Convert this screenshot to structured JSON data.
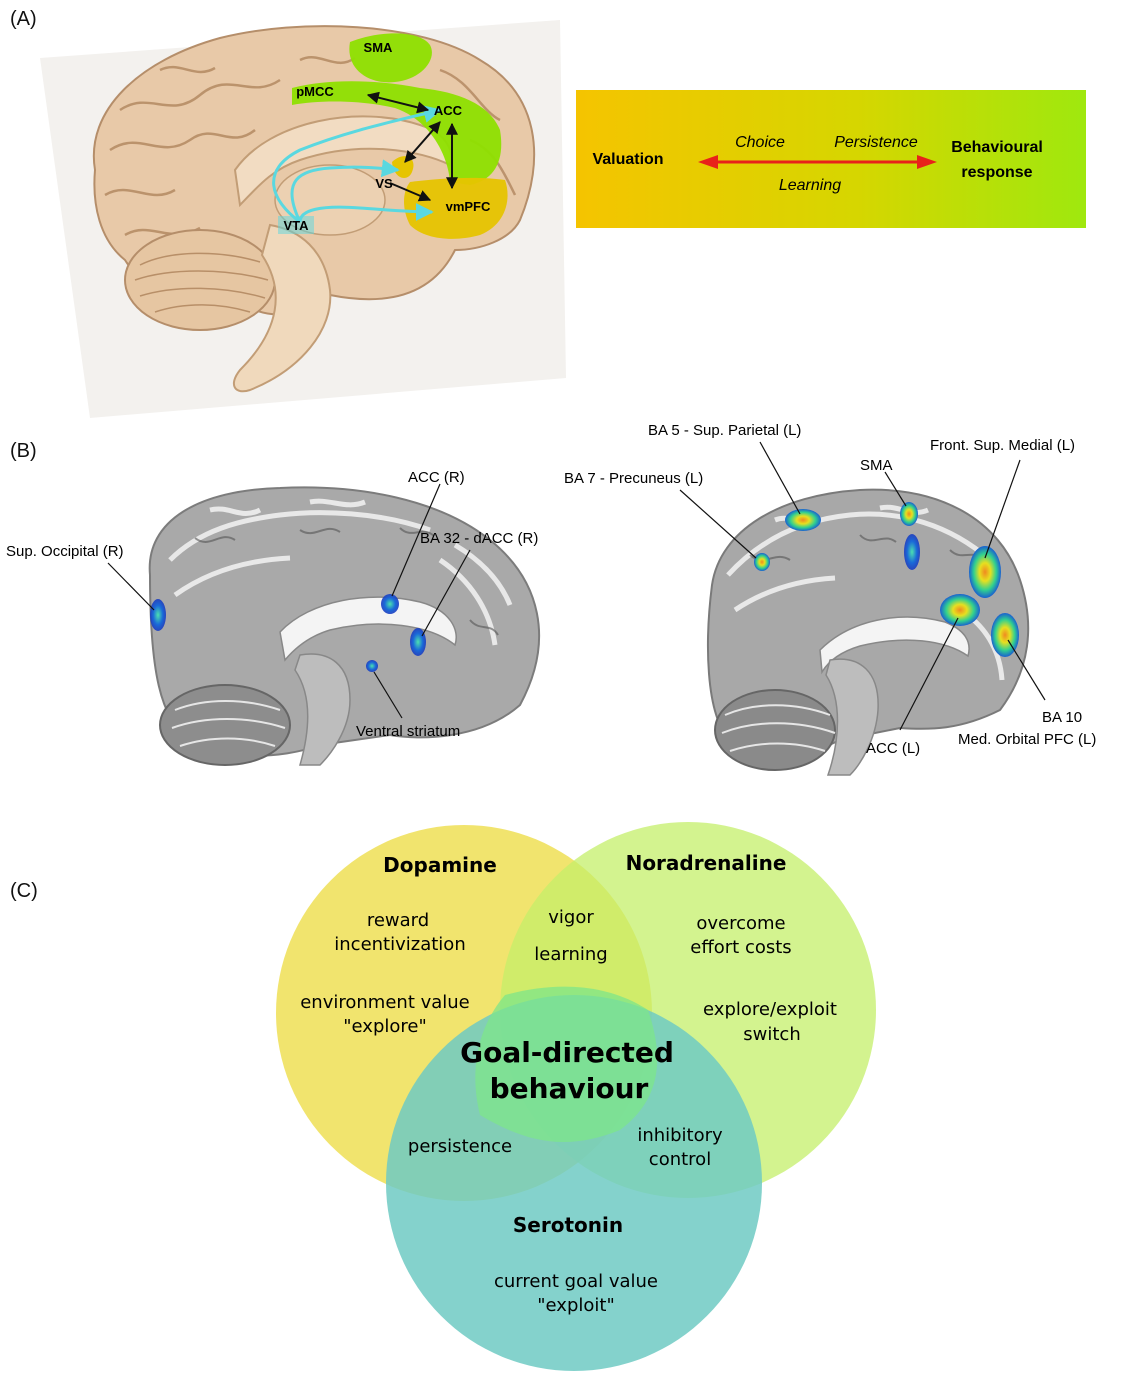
{
  "panels": {
    "a": "(A)",
    "b": "(B)",
    "c": "(C)"
  },
  "panel_a": {
    "regions": {
      "sma": "SMA",
      "pmcc": "pMCC",
      "acc": "ACC",
      "vs": "VS",
      "vmpfc": "vmPFC",
      "vta": "VTA"
    },
    "scheme": {
      "left": "Valuation",
      "right_line1": "Behavioural",
      "right_line2": "response",
      "top_left": "Choice",
      "top_right": "Persistence",
      "bottom": "Learning"
    },
    "colors": {
      "gradient_start": "#f5c400",
      "gradient_end": "#a4ea0a",
      "arrow": "#e8221a",
      "pathway": "#5ad8e0",
      "region_green": "#8ee000",
      "region_yellow": "#e6c400"
    }
  },
  "panel_b": {
    "left_labels": {
      "sup_occipital": "Sup. Occipital (R)",
      "acc_r": "ACC (R)",
      "ba32": "BA 32 - dACC (R)",
      "ventral_striatum": "Ventral striatum"
    },
    "right_labels": {
      "ba5": "BA 5 - Sup. Parietal (L)",
      "ba7": "BA 7 - Precuneus (L)",
      "sma": "SMA",
      "front_sup_medial": "Front. Sup. Medial (L)",
      "acc_l": "ACC (L)",
      "ba10_line1": "BA 10",
      "ba10_line2": "Med. Orbital PFC (L)"
    }
  },
  "panel_c": {
    "dopamine": {
      "title": "Dopamine",
      "item1_line1": "reward",
      "item1_line2": "incentivization",
      "item2_line1": "environment value",
      "item2_line2": "\"explore\""
    },
    "noradrenaline": {
      "title": "Noradrenaline",
      "item1_line1": "overcome",
      "item1_line2": "effort costs",
      "item2_line1": "explore/exploit",
      "item2_line2": "switch"
    },
    "serotonin": {
      "title": "Serotonin",
      "item1_line1": "current goal value",
      "item1_line2": "\"exploit\""
    },
    "overlap_da_na_line1": "vigor",
    "overlap_da_na_line2": "learning",
    "overlap_da_5ht": "persistence",
    "overlap_na_5ht_line1": "inhibitory",
    "overlap_na_5ht_line2": "control",
    "center_line1": "Goal-directed",
    "center_line2": "behaviour",
    "colors": {
      "dopamine": "#f0e15e",
      "noradrenaline": "#c4ef6a",
      "serotonin": "#6ecac3",
      "center": "#7de58a"
    }
  }
}
